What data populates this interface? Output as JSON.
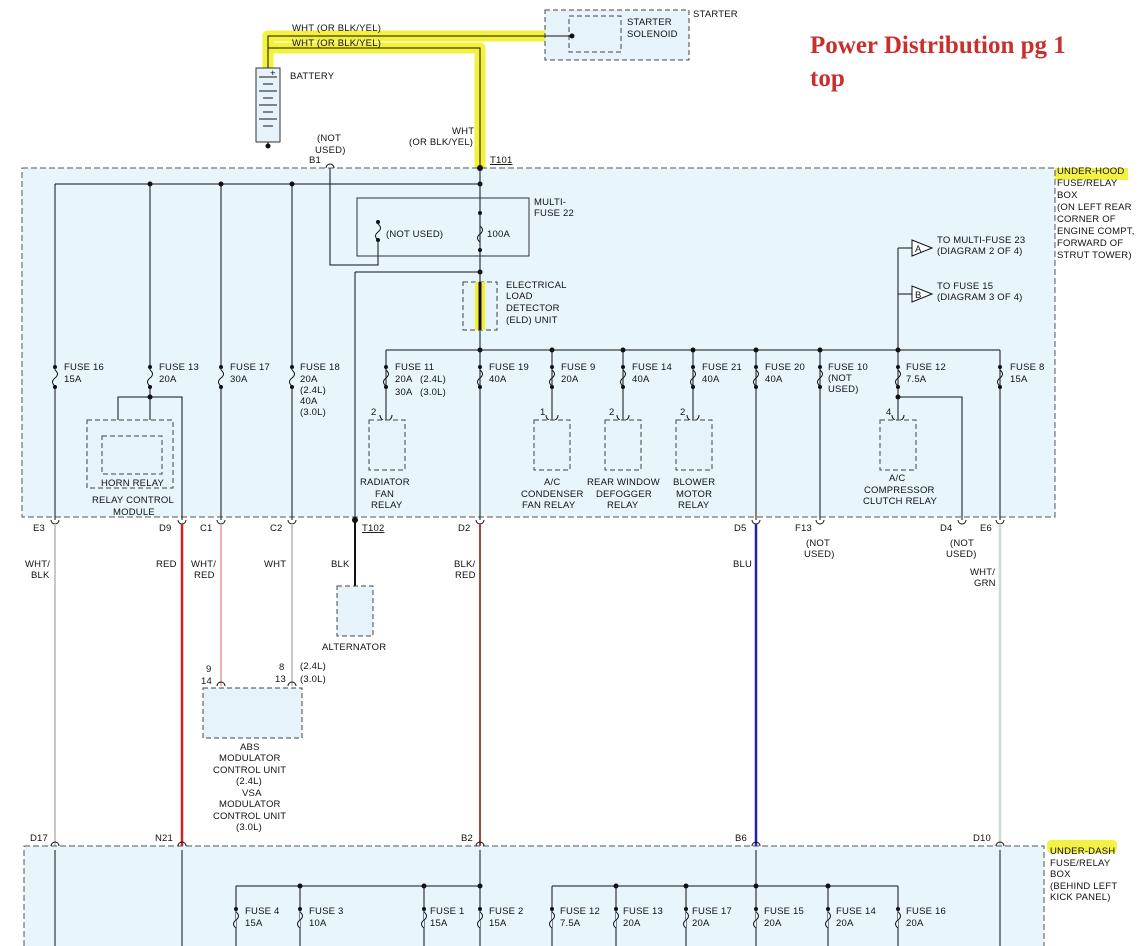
{
  "title": {
    "line1": "Power Distribution pg 1",
    "line2": "top"
  },
  "top": {
    "starter_label": "STARTER",
    "starter_solenoid": [
      "STARTER",
      "SOLENOID"
    ],
    "wire1": "WHT (OR BLK/YEL)",
    "wire2": "WHT (OR BLK/YEL)",
    "battery": "BATTERY",
    "battery_plus": "+",
    "not_used_b1": [
      "(NOT",
      "USED)"
    ],
    "b1": "B1",
    "wht_main": [
      "WHT",
      "(OR BLK/YEL)"
    ],
    "t101": "T101"
  },
  "underhood": {
    "label": [
      "UNDER-HOOD",
      "FUSE/RELAY",
      "BOX",
      "(ON LEFT REAR",
      "CORNER OF",
      "ENGINE COMPT,",
      "FORWARD OF",
      "STRUT TOWER)"
    ],
    "multifuse": [
      "MULTI-",
      "FUSE 22"
    ],
    "mf_not_used": "(NOT USED)",
    "mf_100a": "100A",
    "eld": [
      "ELECTRICAL",
      "LOAD",
      "DETECTOR",
      "(ELD) UNIT"
    ],
    "to_a": [
      "TO MULTI-FUSE 23",
      "(DIAGRAM 2 OF 4)"
    ],
    "to_b": [
      "TO FUSE 15",
      "(DIAGRAM 3 OF 4)"
    ],
    "conn_a": "A",
    "conn_b": "B",
    "fuses": [
      {
        "name": "FUSE 16",
        "rating": "15A"
      },
      {
        "name": "FUSE 13",
        "rating": "20A"
      },
      {
        "name": "FUSE 17",
        "rating": "30A"
      },
      {
        "name": "FUSE 18",
        "rating": "20A",
        "extra": [
          "(2.4L)",
          "40A",
          "(3.0L)"
        ]
      },
      {
        "name": "FUSE 11",
        "rating": "20A",
        "extra": [
          "(2.4L)",
          "30A",
          "(3.0L)"
        ]
      },
      {
        "name": "FUSE 19",
        "rating": "40A"
      },
      {
        "name": "FUSE 9",
        "rating": "20A"
      },
      {
        "name": "FUSE 14",
        "rating": "40A"
      },
      {
        "name": "FUSE 21",
        "rating": "40A"
      },
      {
        "name": "FUSE 20",
        "rating": "40A"
      },
      {
        "name": "FUSE 10",
        "rating": "(NOT",
        "extra2": "USED)"
      },
      {
        "name": "FUSE 12",
        "rating": "7.5A"
      },
      {
        "name": "FUSE 8",
        "rating": "15A"
      }
    ],
    "relays": {
      "horn": "HORN RELAY",
      "relay_ctrl": [
        "RELAY CONTROL",
        "MODULE"
      ],
      "radiator": [
        "RADIATOR",
        "FAN",
        "RELAY"
      ],
      "ac_cond": [
        "A/C",
        "CONDENSER",
        "FAN RELAY"
      ],
      "rear_win": [
        "REAR WINDOW",
        "DEFOGGER",
        "RELAY"
      ],
      "blower": [
        "BLOWER",
        "MOTOR",
        "RELAY"
      ],
      "ac_comp": [
        "A/C",
        "COMPRESSOR",
        "CLUTCH RELAY"
      ]
    },
    "pins": {
      "p2a": "2",
      "p1": "1",
      "p2b": "2",
      "p2c": "2",
      "p4": "4"
    }
  },
  "connectors": {
    "e3": "E3",
    "d9": "D9",
    "c1": "C1",
    "c2": "C2",
    "t102": "T102",
    "d2": "D2",
    "d5": "D5",
    "f13": "F13",
    "d4": "D4",
    "e6": "E6",
    "f13_nu": [
      "(NOT",
      "USED)"
    ],
    "d4_nu": [
      "(NOT",
      "USED)"
    ]
  },
  "wires": {
    "e3": [
      "WHT/",
      "BLK"
    ],
    "d9": "RED",
    "c1": [
      "WHT/",
      "RED"
    ],
    "c2": "WHT",
    "t102": "BLK",
    "d2": [
      "BLK/",
      "RED"
    ],
    "d5": "BLU",
    "e6": [
      "WHT/",
      "GRN"
    ],
    "colors": {
      "red": "#d42020",
      "pink": "#e49b9b",
      "brown": "#9b4a3a",
      "blue": "#1a22b8",
      "gray": "#bcbcbc",
      "lightgray": "#cfdad0"
    }
  },
  "alternator": "ALTERNATOR",
  "abs": {
    "pin9": "9",
    "pin14": "14",
    "pin8": "8",
    "pin13": "13",
    "l24": "(2.4L)",
    "l30": "(3.0L)",
    "label": [
      "ABS",
      "MODULATOR",
      "CONTROL UNIT",
      "(2.4L)",
      "VSA",
      "MODULATOR",
      "CONTROL UNIT",
      "(3.0L)"
    ]
  },
  "underdash": {
    "label": [
      "UNDER-DASH",
      "FUSE/RELAY",
      "BOX",
      "(BEHIND LEFT",
      "KICK PANEL)"
    ],
    "conns": {
      "d17": "D17",
      "n21": "N21",
      "b2": "B2",
      "b6": "B6",
      "d10": "D10"
    },
    "fuses": [
      {
        "name": "FUSE 4",
        "rating": "15A"
      },
      {
        "name": "FUSE 3",
        "rating": "10A"
      },
      {
        "name": "FUSE 1",
        "rating": "15A"
      },
      {
        "name": "FUSE 2",
        "rating": "15A"
      },
      {
        "name": "FUSE 12",
        "rating": "7.5A"
      },
      {
        "name": "FUSE 13",
        "rating": "20A"
      },
      {
        "name": "FUSE 17",
        "rating": "20A"
      },
      {
        "name": "FUSE 15",
        "rating": "20A"
      },
      {
        "name": "FUSE 14",
        "rating": "20A"
      },
      {
        "name": "FUSE 16",
        "rating": "20A"
      }
    ]
  },
  "highlight_color": "#f3f032"
}
